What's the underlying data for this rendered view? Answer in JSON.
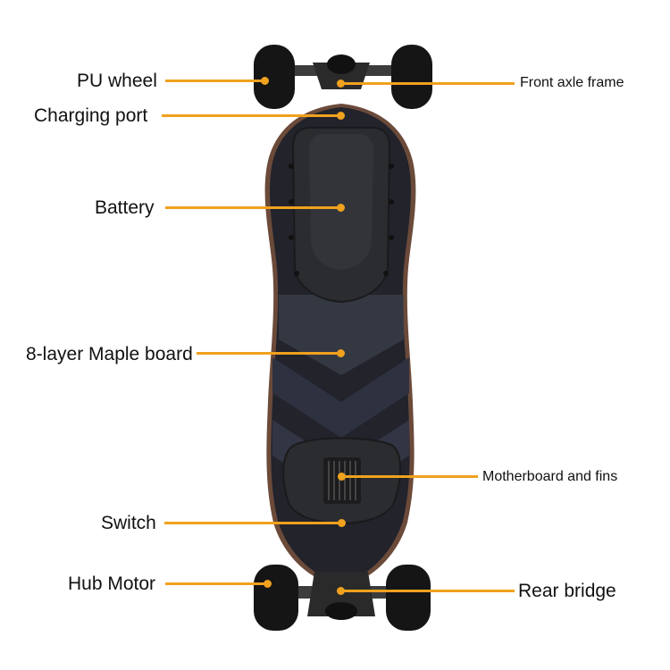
{
  "labels": {
    "pu_wheel": "PU wheel",
    "charging_port": "Charging port",
    "battery": "Battery",
    "maple_board": "8-layer Maple board",
    "switch": "Switch",
    "hub_motor": "Hub Motor",
    "front_axle_frame": "Front axle frame",
    "motherboard": "Motherboard and fins",
    "rear_bridge": "Rear bridge"
  },
  "colors": {
    "leader": "#f0a11e",
    "deck": "#22232b",
    "deck_pattern": "#3a3d49",
    "rail": "#6b4a3a",
    "battery": "#2b2c30",
    "wheel": "#151515",
    "truck": "#3c3c3c"
  }
}
